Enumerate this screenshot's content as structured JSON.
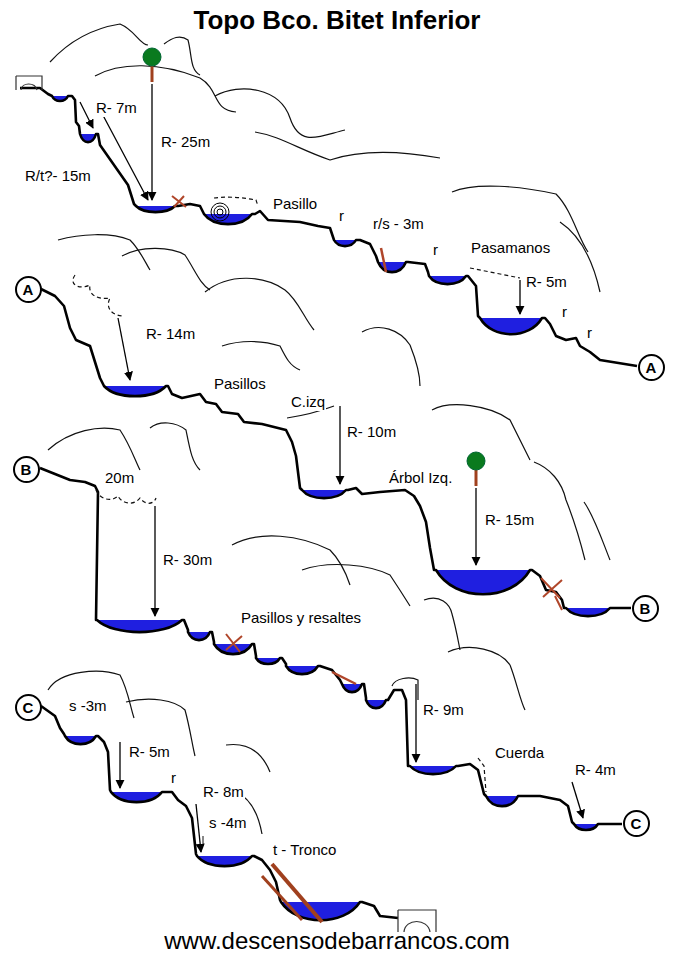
{
  "diagram": {
    "title": "Topo Bco. Bitet Inferior",
    "nodes": [
      {
        "text": [
          "A"
        ]
      },
      {
        "text": [
          "A"
        ]
      },
      {
        "text": [
          "B"
        ]
      },
      {
        "text": [
          "B"
        ]
      },
      {
        "text": [
          "C"
        ]
      },
      {
        "text": [
          "C"
        ]
      }
    ],
    "labels": [
      "R- 7m",
      "R- 25m",
      "R/t?- 15m",
      "Pasillo",
      "r",
      "r/s - 3m",
      "r",
      "Pasamanos",
      "R- 5m",
      "r",
      "r",
      "R- 14m",
      "Pasillos",
      "C.izq",
      "R- 10m",
      "Árbol Izq.",
      "R- 15m",
      "20m",
      "R- 30m",
      "Pasillos y resaltes",
      "R- 9m",
      "Cuerda",
      "R- 4m",
      "s -3m",
      "R- 5m",
      "r",
      "R- 8m",
      "s -4m",
      "t - Tronco",
      "www.descensodebarrancos.com"
    ]
  }
}
